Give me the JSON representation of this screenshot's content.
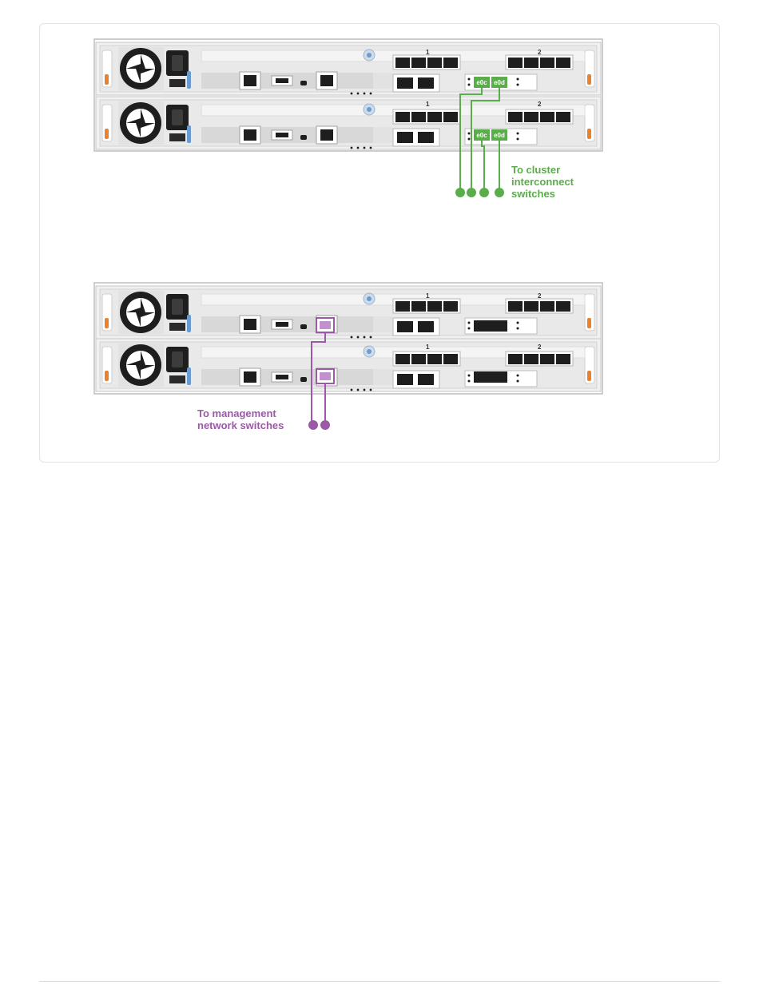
{
  "figure": {
    "top_system": {
      "label_lines": [
        "To cluster",
        "interconnect",
        "switches"
      ],
      "color": "#5aad4a",
      "ports": [
        "e0c",
        "e0d"
      ]
    },
    "bottom_system": {
      "label_lines": [
        "To management",
        "network switches"
      ],
      "color": "#9b59a8"
    },
    "slot_numbers": [
      "1",
      "2"
    ],
    "colors": {
      "chassis_border": "#bdbdbd",
      "chassis_fill": "#ededed",
      "port_dark": "#1e1e1e",
      "latch_orange": "#e8822e",
      "led_blue": "#6a9bd1"
    }
  }
}
